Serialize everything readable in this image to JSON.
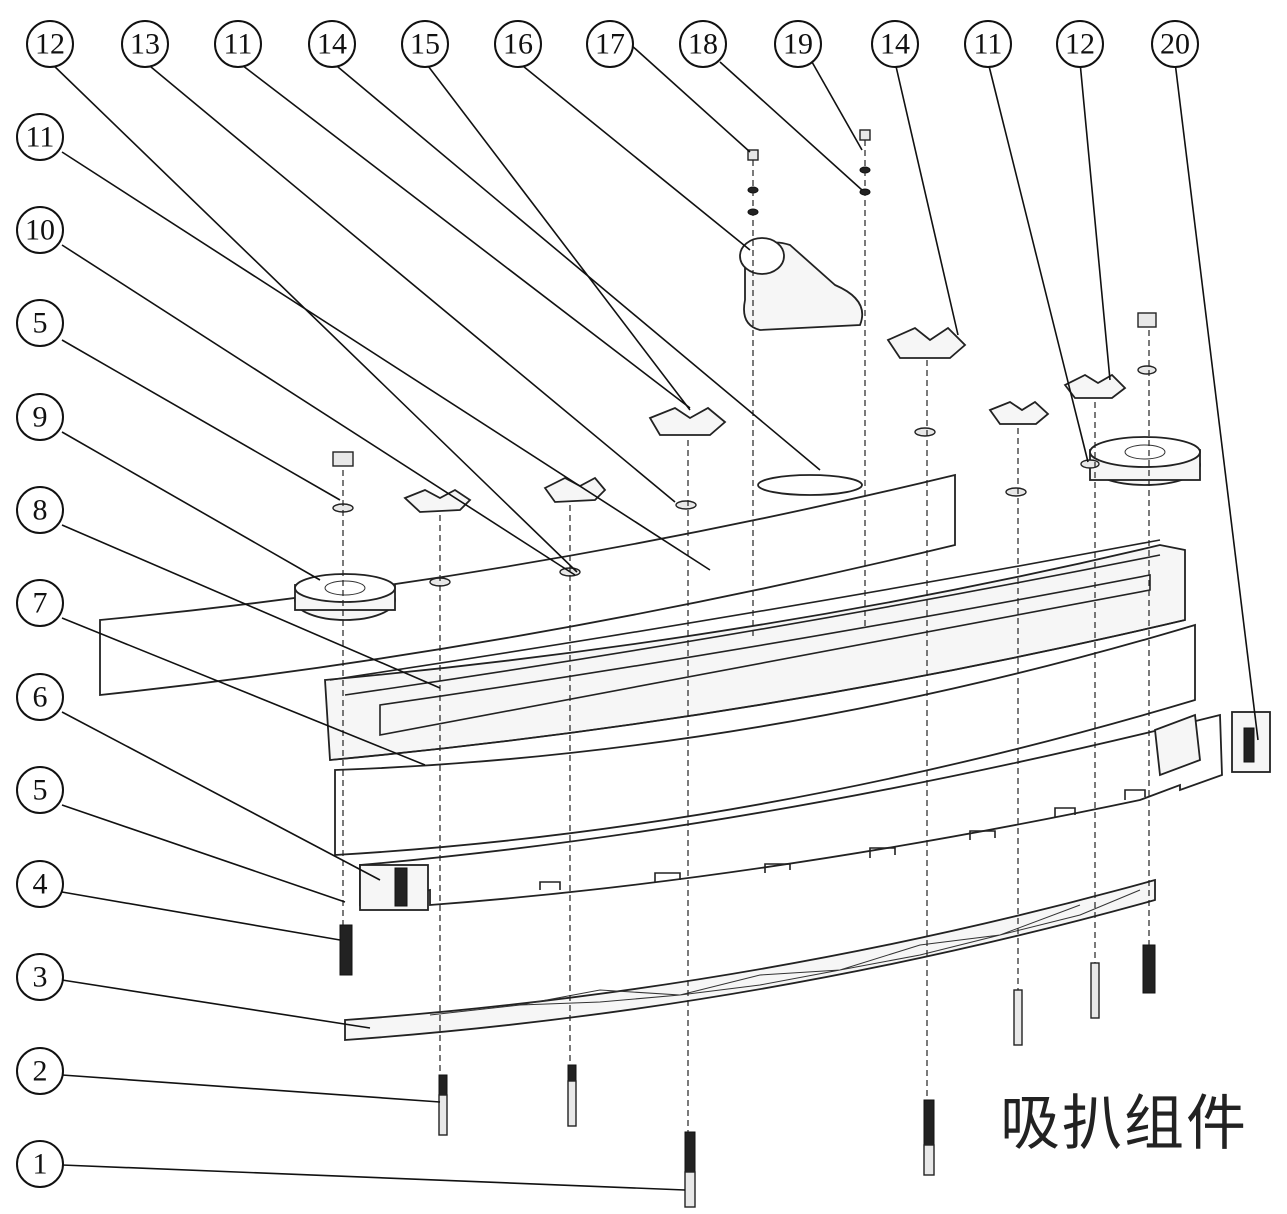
{
  "caption": "吸扒组件",
  "callouts": [
    "12",
    "13",
    "11",
    "14",
    "15",
    "16",
    "17",
    "18",
    "19",
    "14",
    "11",
    "12",
    "20",
    "11",
    "10",
    "5",
    "9",
    "8",
    "7",
    "6",
    "5",
    "4",
    "3",
    "2",
    "1"
  ],
  "colors": {
    "line": "#222222",
    "background": "#ffffff"
  }
}
